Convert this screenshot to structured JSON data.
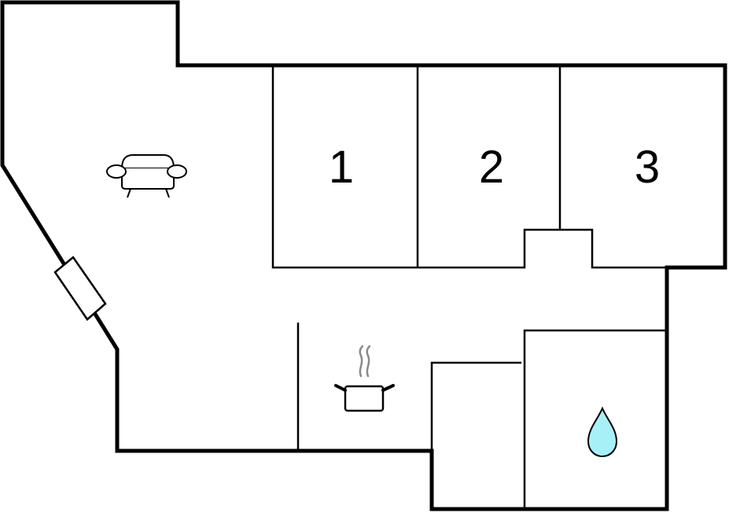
{
  "rooms": {
    "bedroom_1": {
      "label": "1"
    },
    "bedroom_2": {
      "label": "2"
    },
    "bedroom_3": {
      "label": "3"
    }
  },
  "icons": {
    "living_room": "sofa-icon",
    "kitchen": "cooking-pot-icon",
    "bathroom": "water-drop-icon",
    "window": "window-icon"
  },
  "colors": {
    "wall": "#000000",
    "floor": "#ffffff",
    "water": "#a8f0f8"
  }
}
